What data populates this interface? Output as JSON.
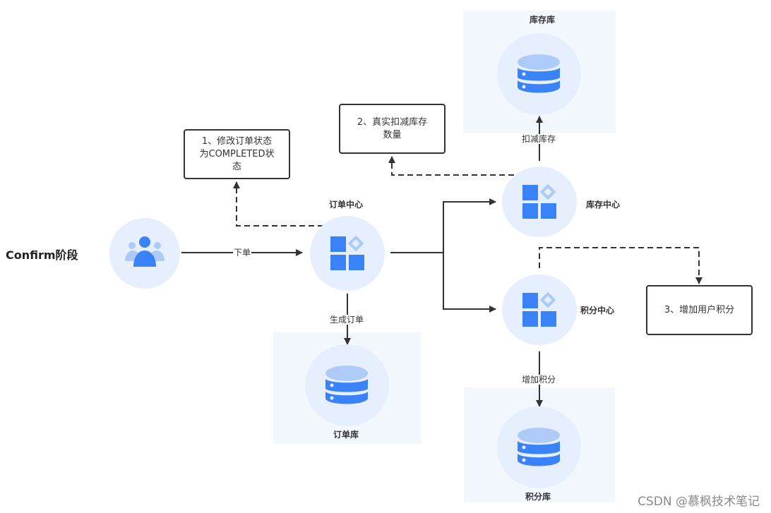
{
  "phase_title": "Confirm阶段",
  "nodes": {
    "user": {
      "label": "",
      "icon": "users-icon"
    },
    "order_center": {
      "label": "订单中心",
      "icon": "apps-icon"
    },
    "inventory_center": {
      "label": "库存中心",
      "icon": "apps-icon"
    },
    "points_center": {
      "label": "积分中心",
      "icon": "apps-icon"
    },
    "inventory_db": {
      "label": "库存库",
      "icon": "database-icon"
    },
    "order_db": {
      "label": "订单库",
      "icon": "database-icon"
    },
    "points_db": {
      "label": "积分库",
      "icon": "database-icon"
    }
  },
  "notes": {
    "step1": {
      "line1": "1、修改订单状态",
      "line2": "为COMPLETED状",
      "line3": "态"
    },
    "step2": {
      "line1": "2、真实扣减库存",
      "line2": "数量"
    },
    "step3": {
      "line1": "3、增加用户积分"
    }
  },
  "edges": {
    "place_order": "下单",
    "create_order": "生成订单",
    "deduct_stock": "扣减库存",
    "add_points": "增加积分"
  },
  "colors": {
    "primary_blue": "#3a82f7",
    "light_blue": "#aecbf8",
    "circle_bg": "#e5effd",
    "panel_bg": "#f3f8fe",
    "line": "#333333"
  },
  "watermark": "CSDN @慕枫技术笔记"
}
